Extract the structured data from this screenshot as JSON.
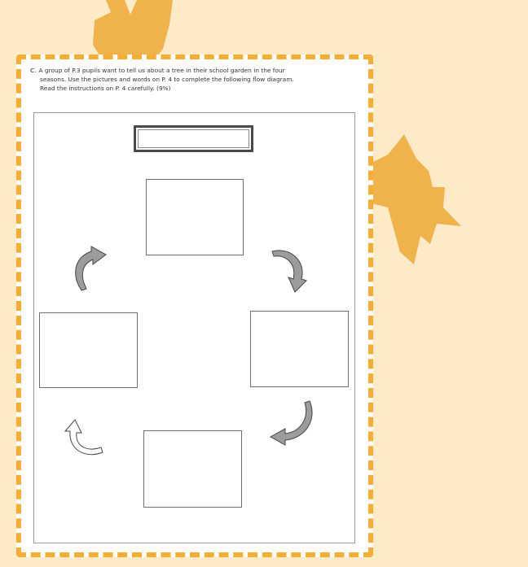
{
  "worksheet": {
    "question_letter": "C.",
    "instructions": [
      "A group of P.3 pupils want to tell us about a tree in their school garden in the four",
      "seasons. Use the pictures and words on P. 4 to complete the following flow diagram.",
      "Read the instructions on P. 4 carefully. (9%)"
    ]
  },
  "flow_diagram": {
    "title_value": "",
    "season_values": [
      "",
      "",
      "",
      ""
    ]
  },
  "colors": {
    "background": "#fdebc8",
    "card_border": "#f5ad35",
    "leaf": "#f0b24a"
  }
}
